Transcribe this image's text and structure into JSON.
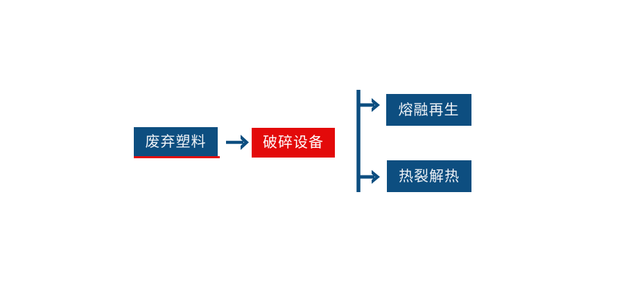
{
  "diagram": {
    "title": "",
    "colors": {
      "primary_blue": "#0d4e80",
      "accent_red": "#e30a0a",
      "box_text": "#eef2f6",
      "background": "#ffffff"
    },
    "nodes": [
      {
        "id": "waste-plastic",
        "label": "废弃塑料",
        "fill": "#0d4e80",
        "text_color": "#eef2f6",
        "underline_color": "#e30a0a"
      },
      {
        "id": "crushing-equipment",
        "label": "破碎设备",
        "fill": "#e30a0a",
        "text_color": "#ffffff"
      },
      {
        "id": "melt-regeneration",
        "label": "熔融再生",
        "fill": "#0d4e80",
        "text_color": "#eef2f6"
      },
      {
        "id": "pyrolysis-heat",
        "label": "热裂解热",
        "fill": "#0d4e80",
        "text_color": "#eef2f6"
      }
    ],
    "connectors": [
      {
        "id": "main-arrow",
        "from": "waste-plastic",
        "to": "crushing-equipment",
        "style": "straight-arrow-right",
        "color": "#0d4e80"
      },
      {
        "id": "branch-split",
        "from": "crushing-equipment",
        "to": [
          "melt-regeneration",
          "pyrolysis-heat"
        ],
        "style": "bracket-two-arrows-right",
        "color": "#0d4e80"
      }
    ]
  }
}
